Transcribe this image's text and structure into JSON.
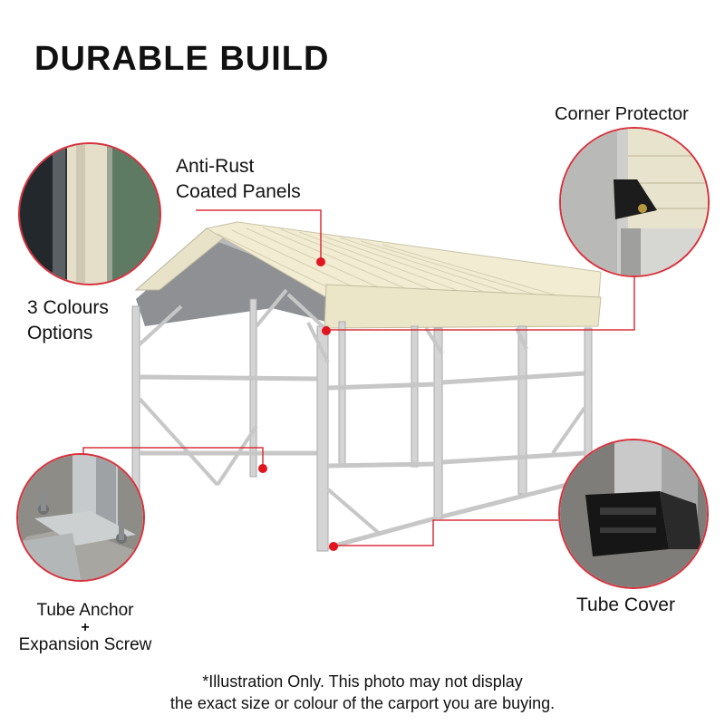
{
  "header": {
    "title": "DURABLE BUILD"
  },
  "callouts": {
    "anti_rust": {
      "line1": "Anti-Rust",
      "line2": "Coated Panels"
    },
    "colours": {
      "line1": "3 Colours",
      "line2": "Options"
    },
    "corner": {
      "label": "Corner Protector"
    },
    "anchor": {
      "line1": "Tube Anchor",
      "line2": "+",
      "line3": "Expansion Screw"
    },
    "cover": {
      "label": "Tube Cover"
    }
  },
  "footer": {
    "line1": "*Illustration Only. This photo may not display",
    "line2": "the exact size or colour of the carport you are buying."
  },
  "colors": {
    "accent": "#d9303b",
    "roof_panel": "#f1ecd2",
    "frame": "#cfd0cf"
  }
}
